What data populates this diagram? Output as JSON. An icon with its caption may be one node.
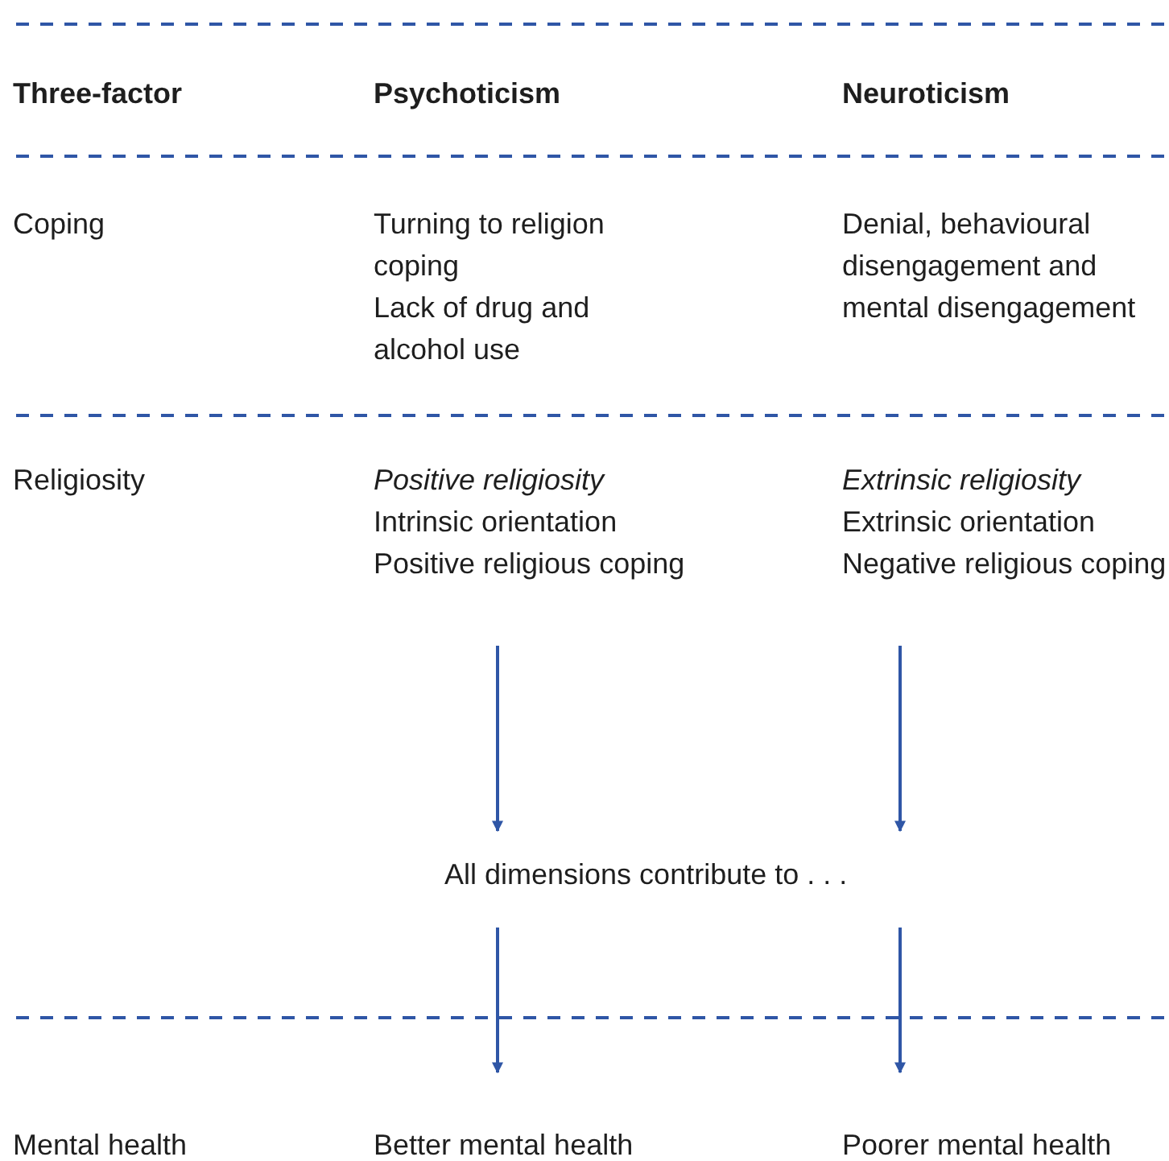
{
  "diagram": {
    "nodes": [
      {
        "text": [
          "Positive religiosity",
          "Intrinsic orientation",
          "Positive religious coping"
        ]
      },
      {
        "text": [
          "Extrinsic religiosity",
          "Extrinsic orientation",
          "Negative religious coping"
        ]
      },
      {
        "text": [
          "All dimensions contribute to . . ."
        ]
      },
      {
        "text": [
          "Better mental health"
        ]
      },
      {
        "text": [
          "Poorer mental health"
        ]
      }
    ],
    "edges": [
      {
        "from": 0,
        "to": 2,
        "arrow": "to"
      },
      {
        "from": 1,
        "to": 2,
        "arrow": "to"
      },
      {
        "from": 2,
        "to": 3,
        "arrow": "to"
      },
      {
        "from": 2,
        "to": 4,
        "arrow": "to"
      }
    ],
    "labels": [
      "Three-factor",
      "Psychoticism",
      "Neuroticism",
      "Coping",
      "Turning to religion coping",
      "Lack of drug and alcohol use",
      "Denial, behavioural disengagement and mental disengagement",
      "Religiosity",
      "Mental health"
    ]
  }
}
